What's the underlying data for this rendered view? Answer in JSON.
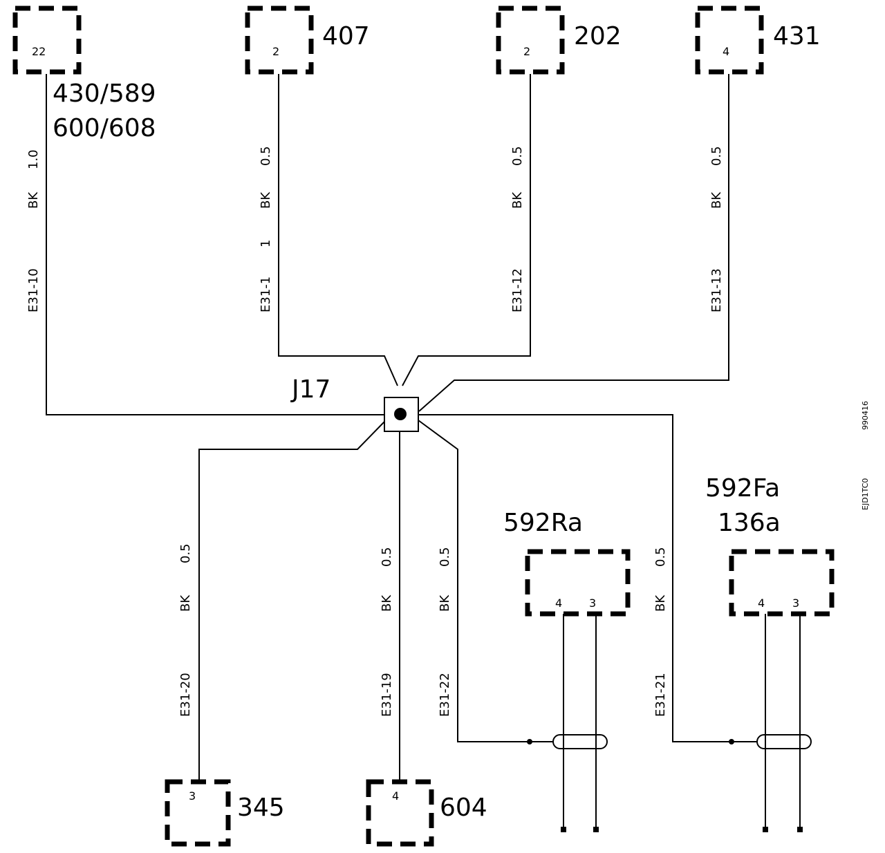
{
  "components": {
    "c22": {
      "pin": "22",
      "label1": "430/589",
      "label2": "600/608"
    },
    "c407": {
      "pin": "2",
      "label": "407"
    },
    "c202": {
      "pin": "2",
      "label": "202"
    },
    "c431": {
      "pin": "4",
      "label": "431"
    },
    "c345": {
      "pin": "3",
      "label": "345"
    },
    "c604": {
      "pin": "4",
      "label": "604"
    },
    "c592ra": {
      "label": "592Ra",
      "pin_a": "4",
      "pin_b": "3"
    },
    "c592fa": {
      "label1": "592Fa",
      "label2": "136a",
      "pin_a": "4",
      "pin_b": "3"
    }
  },
  "junction": {
    "label": "J17"
  },
  "wires": {
    "w10": {
      "size": "1.0",
      "color": "BK",
      "id": "E31-10"
    },
    "w1": {
      "size": "0.5",
      "color": "BK",
      "num": "1",
      "id": "E31-1"
    },
    "w12": {
      "size": "0.5",
      "color": "BK",
      "id": "E31-12"
    },
    "w13": {
      "size": "0.5",
      "color": "BK",
      "id": "E31-13"
    },
    "w20": {
      "size": "0.5",
      "color": "BK",
      "id": "E31-20"
    },
    "w19": {
      "size": "0.5",
      "color": "BK",
      "id": "E31-19"
    },
    "w22": {
      "size": "0.5",
      "color": "BK",
      "id": "E31-22"
    },
    "w21": {
      "size": "0.5",
      "color": "BK",
      "id": "E31-21"
    }
  },
  "side_codes": {
    "top": "990416",
    "bottom": "EJD1TC0"
  }
}
